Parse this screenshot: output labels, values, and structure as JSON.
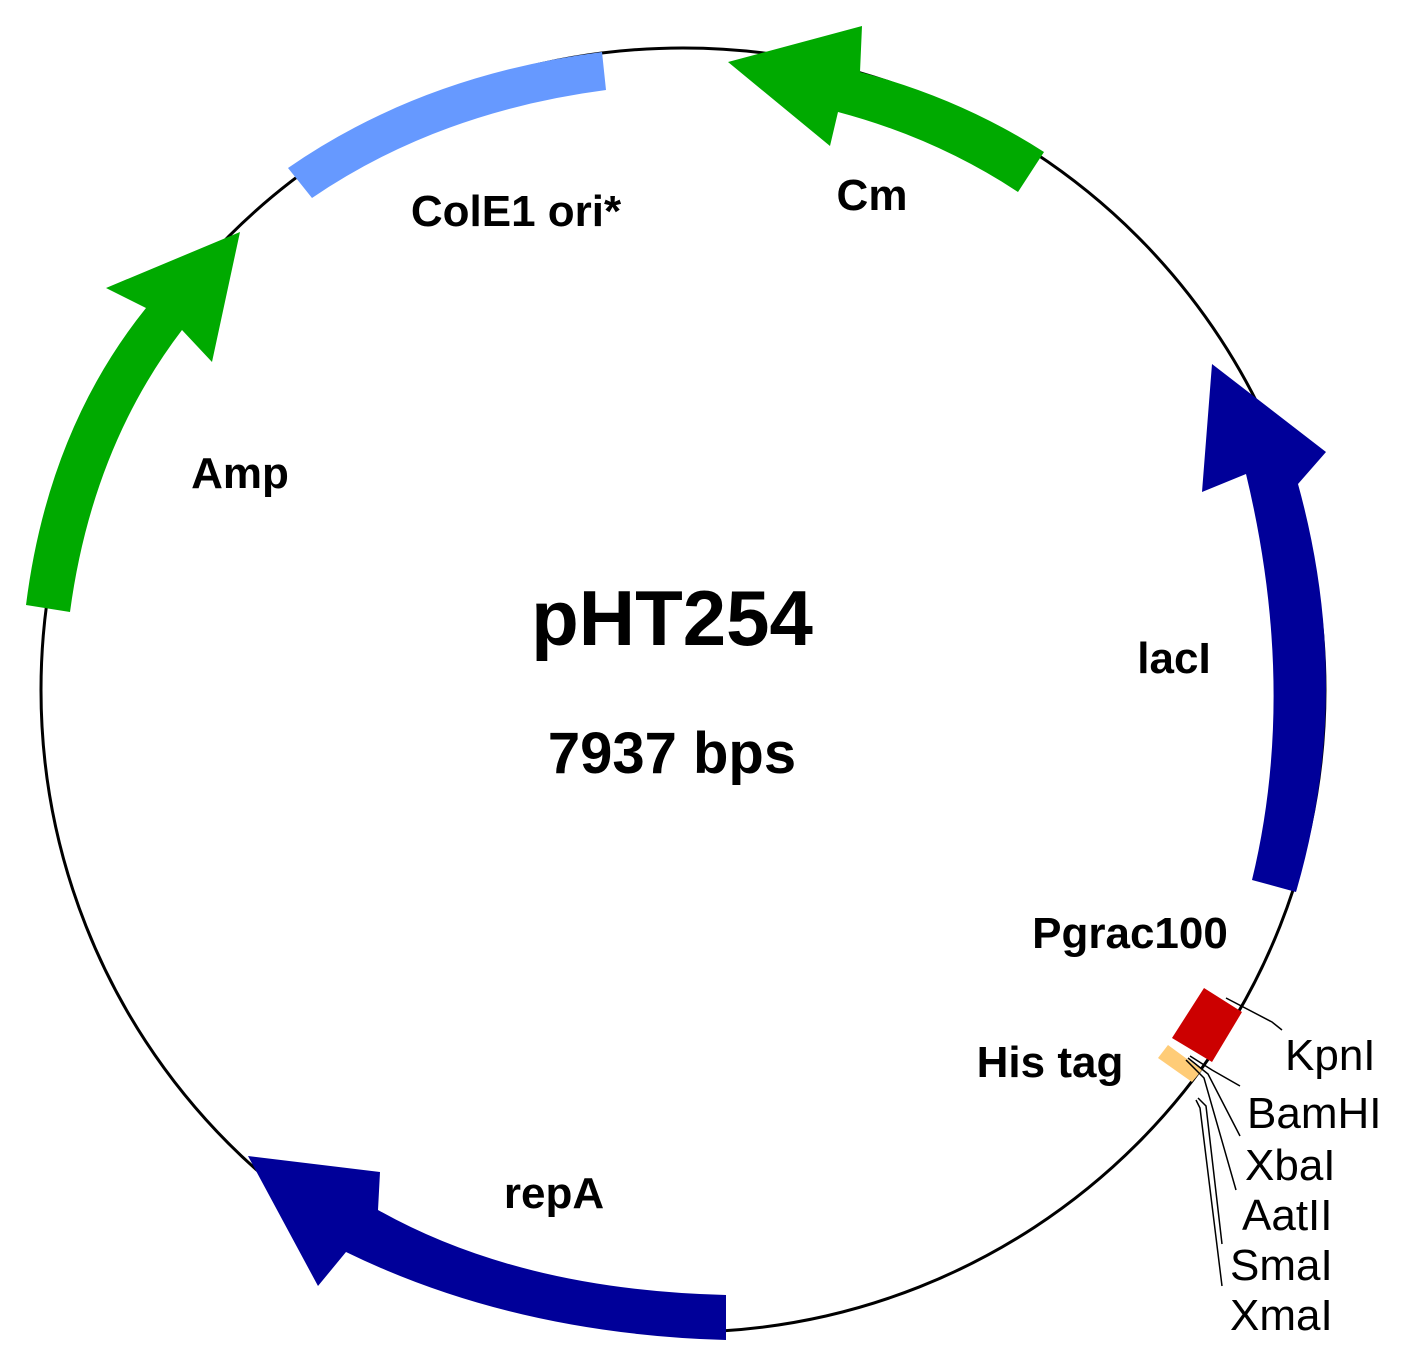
{
  "plasmid": {
    "name": "pHT254",
    "size_label": "7937 bps"
  },
  "features": {
    "colE1": {
      "label": "ColE1 ori*",
      "color": "#6699ff"
    },
    "cm": {
      "label": "Cm",
      "color": "#00aa00"
    },
    "amp": {
      "label": "Amp",
      "color": "#00aa00"
    },
    "lacI": {
      "label": "lacI",
      "color": "#000099"
    },
    "repA": {
      "label": "repA",
      "color": "#000099"
    },
    "pgrac": {
      "label": "Pgrac100",
      "color": "#cc0000"
    },
    "his": {
      "label": "His tag",
      "color": "#ffcc77"
    }
  },
  "restriction_sites": [
    {
      "name": "KpnI"
    },
    {
      "name": "BamHI"
    },
    {
      "name": "XbaI"
    },
    {
      "name": "AatII"
    },
    {
      "name": "SmaI"
    },
    {
      "name": "XmaI"
    }
  ],
  "colors": {
    "backbone": "#000000",
    "background": "#ffffff"
  }
}
